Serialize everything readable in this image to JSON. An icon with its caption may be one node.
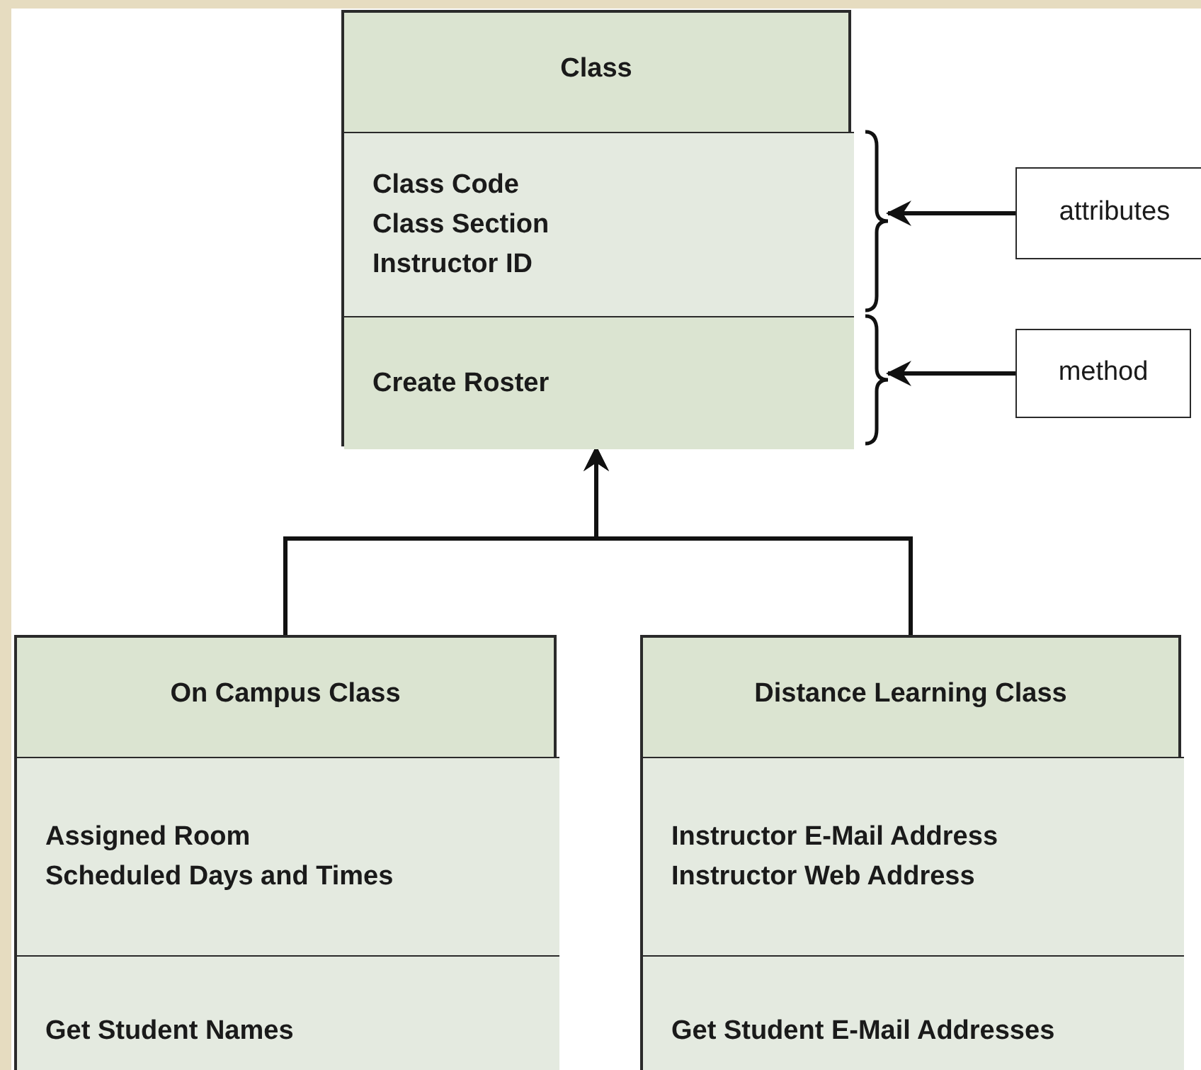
{
  "diagram": {
    "nodes": [
      {
        "text": [
          "Class"
        ]
      },
      {
        "text": [
          "Class Code",
          "Class Section",
          "Instructor ID"
        ],
        "in": 0
      },
      {
        "text": [
          "Create Roster"
        ],
        "in": 0
      },
      {
        "text": [
          "attributes"
        ]
      },
      {
        "text": [
          "method"
        ]
      },
      {
        "text": [
          "On Campus Class"
        ]
      },
      {
        "text": [
          "Assigned Room",
          "Scheduled Days and Times"
        ],
        "in": 5
      },
      {
        "text": [
          "Get Student Names"
        ],
        "in": 5
      },
      {
        "text": [
          "Distance Learning Class"
        ]
      },
      {
        "text": [
          "Instructor E-Mail Address",
          "Instructor Web Address"
        ],
        "in": 8
      },
      {
        "text": [
          "Get Student E-Mail Addresses"
        ],
        "in": 8
      }
    ],
    "edges": [
      {
        "from": 5,
        "to": 0,
        "arrow": "to"
      },
      {
        "from": 8,
        "to": 0,
        "arrow": "to"
      },
      {
        "from": 3,
        "to": 1,
        "arrow": "to"
      },
      {
        "from": 4,
        "to": 2,
        "arrow": "to"
      }
    ]
  }
}
